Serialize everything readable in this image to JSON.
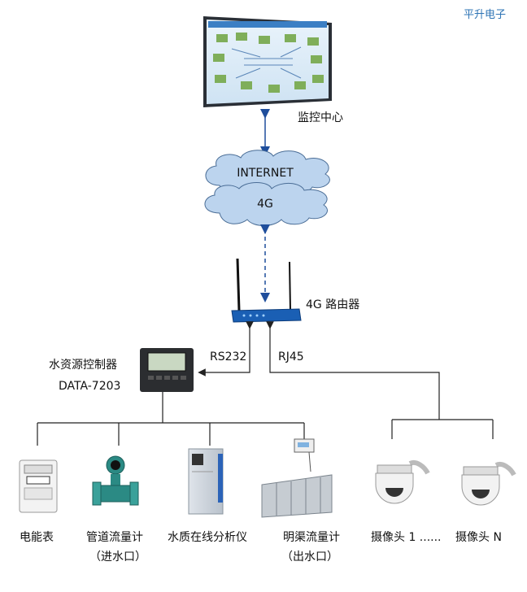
{
  "brand": "平升电子",
  "monitor_center": {
    "label": "监控中心"
  },
  "cloud": {
    "internet": "INTERNET",
    "network": "4G"
  },
  "router": {
    "label": "4G 路由器"
  },
  "links": {
    "rs232": "RS232",
    "rj45": "RJ45"
  },
  "controller": {
    "title": "水资源控制器",
    "model": "DATA-7203"
  },
  "devices": [
    {
      "label": "电能表",
      "sub": ""
    },
    {
      "label": "管道流量计",
      "sub": "（进水口）"
    },
    {
      "label": "水质在线分析仪",
      "sub": ""
    },
    {
      "label": "明渠流量计",
      "sub": "（出水口）"
    },
    {
      "label": "摄像头 1 ......",
      "sub": ""
    },
    {
      "label": "摄像头 N",
      "sub": ""
    }
  ],
  "colors": {
    "brand": "#2e74b5",
    "cloud": "#bcd4ee",
    "arrow": "#1f4e9c",
    "router": "#1a5fb4",
    "line": "#333333"
  }
}
